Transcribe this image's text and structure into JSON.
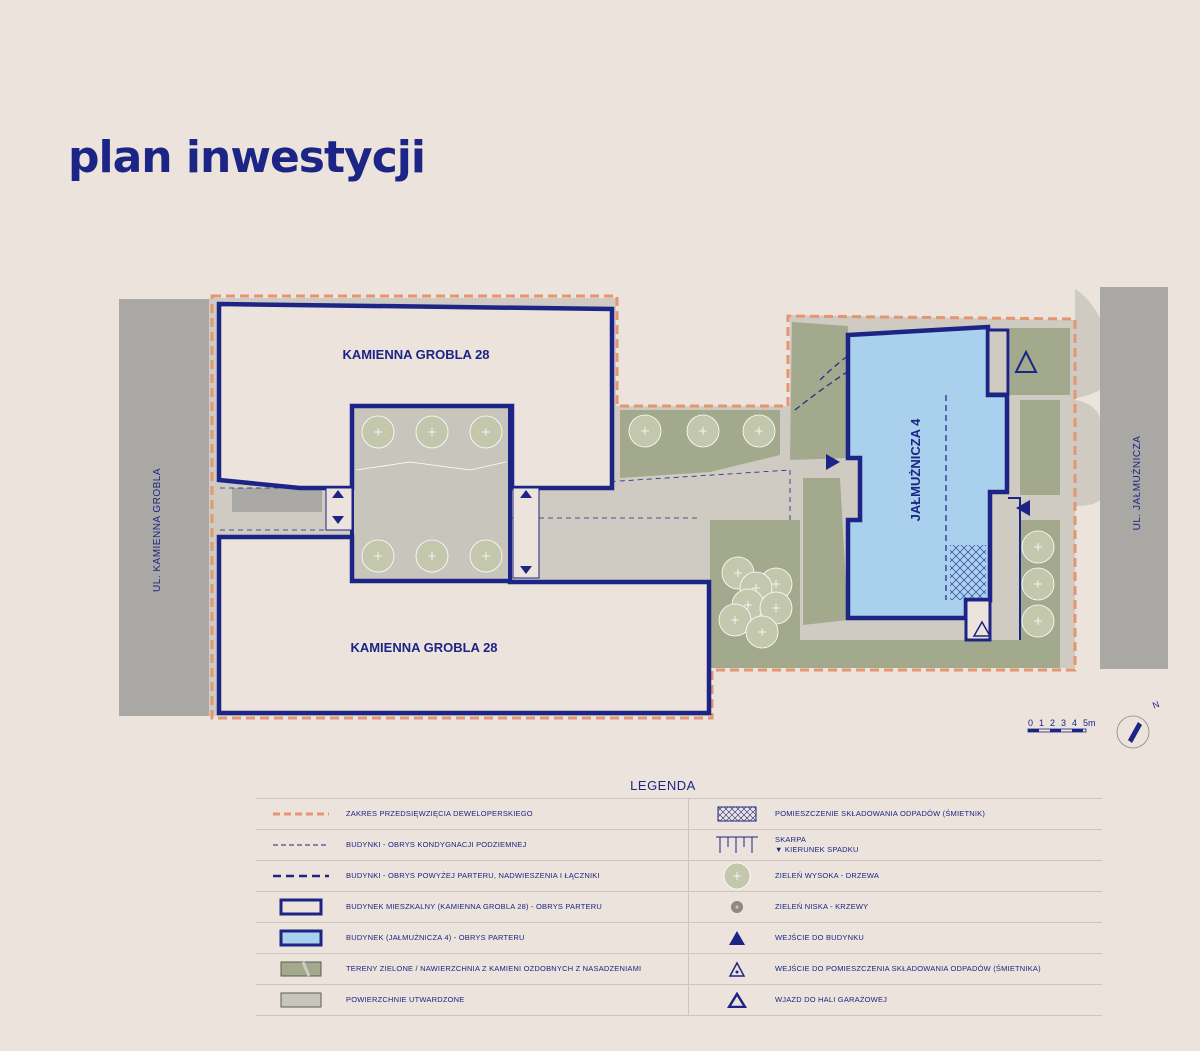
{
  "title": "plan inwestycji",
  "plan": {
    "buildings": {
      "north": "KAMIENNA GROBLA 28",
      "south": "KAMIENNA GROBLA 28",
      "east": "JAŁMUŻNICZA 4"
    },
    "streets": {
      "west": "UL. KAMIENNA GROBLA",
      "east": "UL. JAŁMUŻNICZA"
    },
    "scale": {
      "ticks": [
        "0",
        "1",
        "2",
        "3",
        "4",
        "5m"
      ]
    },
    "north_label": "N"
  },
  "legend": {
    "title": "LEGENDA",
    "left": [
      {
        "icon": "dashed-orange-line",
        "label": "ZAKRES PRZEDSIĘWZIĘCIA DEWELOPERSKIEGO"
      },
      {
        "icon": "thin-dashed-blue-line",
        "label": "BUDYNKI - OBRYS KONDYGNACJI PODZIEMNEJ"
      },
      {
        "icon": "thick-dashed-blue-line",
        "label": "BUDYNKI - OBRYS POWYŻEJ PARTERU, NADWIESZENIA I ŁĄCZNIKI"
      },
      {
        "icon": "residential-outline",
        "label": "BUDYNEK MIESZKALNY (KAMIENNA GROBLA 28) - OBRYS PARTERU"
      },
      {
        "icon": "blue-building-outline",
        "label": "BUDYNEK (JAŁMUŻNICZA 4) - OBRYS PARTERU"
      },
      {
        "icon": "green-area-swatch",
        "label": "TERENY ZIELONE / NAWIERZCHNIA Z KAMIENI OZDOBNYCH Z NASADZENIAMI"
      },
      {
        "icon": "paved-area-swatch",
        "label": "POWIERZCHNIE UTWARDZONE"
      }
    ],
    "right": [
      {
        "icon": "waste-room-hatch",
        "label": "POMIESZCZENIE SKŁADOWANIA ODPADÓW (ŚMIETNIK)"
      },
      {
        "icon": "slope-symbol",
        "label": "SKARPA",
        "sub": "▼ KIERUNEK SPADKU"
      },
      {
        "icon": "tree-symbol",
        "label": "ZIELEŃ WYSOKA - DRZEWA"
      },
      {
        "icon": "shrub-symbol",
        "label": "ZIELEŃ NISKA - KRZEWY"
      },
      {
        "icon": "entrance-triangle",
        "label": "WEJŚCIE DO BUDYNKU"
      },
      {
        "icon": "waste-entrance-triangle",
        "label": "WEJŚCIE DO POMIESZCZENIA SKŁADOWANIA ODPADÓW (ŚMIETNIKA)"
      },
      {
        "icon": "garage-entrance-triangle",
        "label": "WJAZD DO HALI GARAŻOWEJ"
      }
    ]
  },
  "colors": {
    "navy": "#1c2585",
    "orange": "#e5956f",
    "green": "#a3a98d",
    "paved": "#cfcbc2",
    "street": "#aaa8a4",
    "building_blue": "#a9d0ec",
    "background": "#ebe3dc"
  }
}
